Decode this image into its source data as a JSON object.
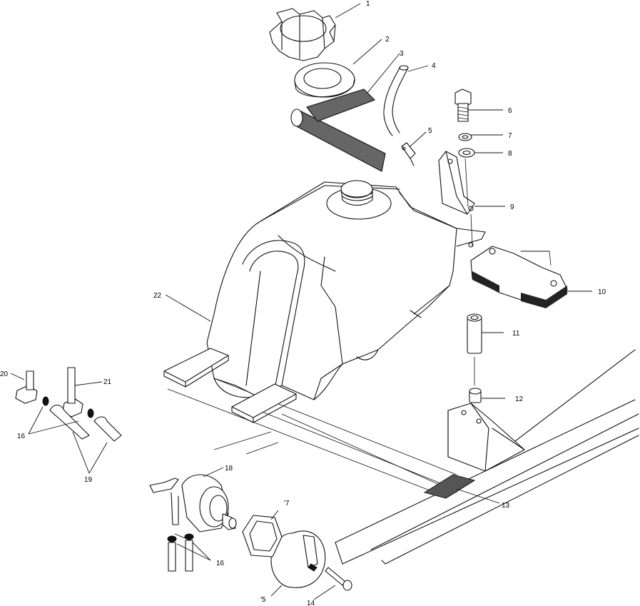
{
  "callouts": {
    "c1": "1",
    "c2": "2",
    "c3": "3",
    "c4": "4",
    "c5": "5",
    "c6": "6",
    "c7": "7",
    "c8": "8",
    "c9": "9",
    "c10": "10",
    "c11": "11",
    "c12": "12",
    "c13": "13",
    "c14": "14",
    "c15": "'5",
    "c16a": "16",
    "c16b": "16",
    "c17": "'7",
    "c18": "18",
    "c19": "19",
    "c20": "20",
    "c21": "21",
    "c22": "22"
  }
}
